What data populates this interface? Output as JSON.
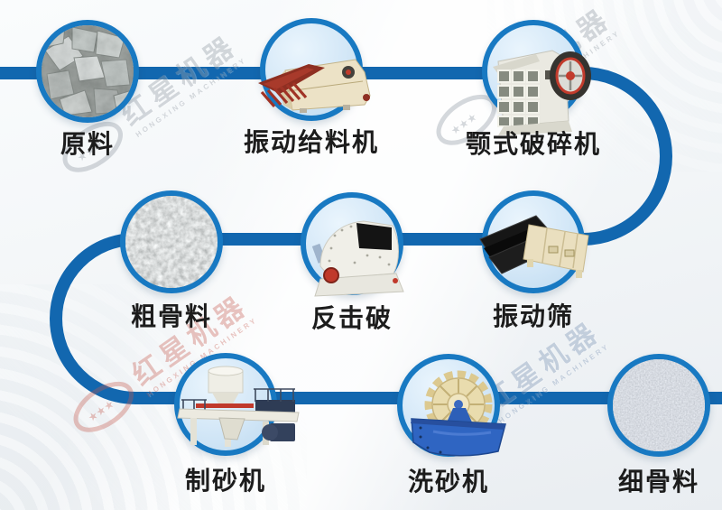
{
  "diagram": {
    "title": "sand-aggregate-production-flow",
    "stages": [
      {
        "label": "原料",
        "name": "raw-material",
        "kind": "photo",
        "icon": "rock-photo"
      },
      {
        "label": "振动给料机",
        "name": "vibrating-feeder",
        "kind": "machine",
        "icon": "vibrating-feeder-icon"
      },
      {
        "label": "颚式破碎机",
        "name": "jaw-crusher",
        "kind": "machine",
        "icon": "jaw-crusher-icon"
      },
      {
        "label": "粗骨料",
        "name": "coarse-aggregate",
        "kind": "photo",
        "icon": "gravel-photo"
      },
      {
        "label": "反击破",
        "name": "impact-crusher",
        "kind": "machine",
        "icon": "impact-crusher-icon"
      },
      {
        "label": "振动筛",
        "name": "vibrating-screen",
        "kind": "machine",
        "icon": "vibrating-screen-icon"
      },
      {
        "label": "制砂机",
        "name": "sand-making-machine",
        "kind": "machine",
        "icon": "sand-maker-icon"
      },
      {
        "label": "洗砂机",
        "name": "sand-washing-machine",
        "kind": "machine",
        "icon": "sand-washer-icon"
      },
      {
        "label": "细骨料",
        "name": "fine-aggregate",
        "kind": "photo",
        "icon": "sand-photo"
      }
    ],
    "flow_sequence": [
      "原料",
      "振动给料机",
      "颚式破碎机",
      "振动筛",
      "反击破",
      "粗骨料",
      "制砂机",
      "洗砂机",
      "细骨料"
    ]
  },
  "watermark": {
    "brand_cn": "红星机器",
    "brand_en": "HONGXING MACHINERY"
  },
  "colors": {
    "pipe": "#1267af",
    "circle_border": "#1879c2",
    "machine_circle_fill": "#d3e7f7",
    "label_text": "#1c1c1c",
    "watermark_gray": "#99a1aa",
    "watermark_red": "#c5574b",
    "watermark_blue": "#7d95b5"
  }
}
